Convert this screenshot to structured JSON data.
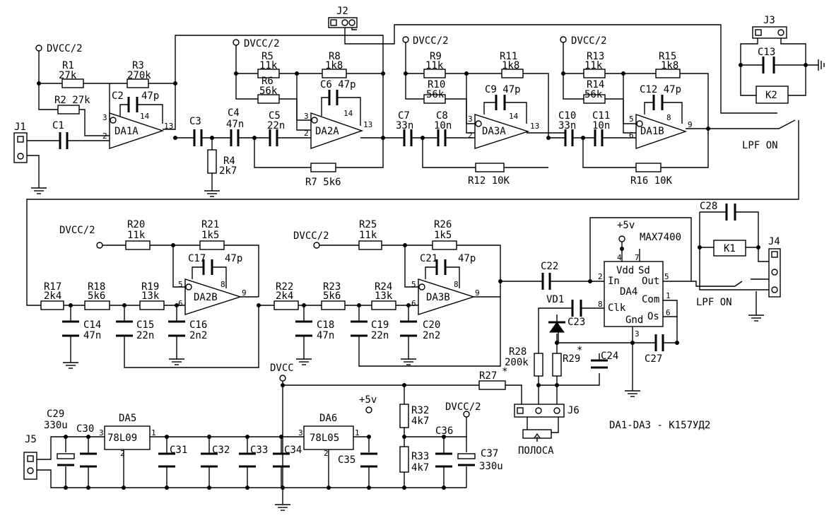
{
  "connectors": {
    "j1": "J1",
    "j2": "J2",
    "j3": "J3",
    "j4": "J4",
    "j5": "J5",
    "j6": "J6"
  },
  "supply": {
    "half": "DVCC/2",
    "dvcc": "DVCC",
    "v5": "+5v"
  },
  "resistors": {
    "r1": "R1",
    "r1v": "27k",
    "r2": "R2 27k",
    "r3": "R3",
    "r3v": "270k",
    "r4": "R4",
    "r4v": "2k7",
    "r5": "R5",
    "r5v": "11k",
    "r6": "R6",
    "r6v": "56k",
    "r7": "R7 5k6",
    "r8": "R8",
    "r8v": "1k8",
    "r9": "R9",
    "r9v": "11k",
    "r10": "R10",
    "r10v": "56k",
    "r11": "R11",
    "r11v": "1k8",
    "r12": "R12 10K",
    "r13": "R13",
    "r13v": "11k",
    "r14": "R14",
    "r14v": "56k",
    "r15": "R15",
    "r15v": "1k8",
    "r16": "R16 10K",
    "r17": "R17",
    "r17v": "2k4",
    "r18": "R18",
    "r18v": "5k6",
    "r19": "R19",
    "r19v": "13k",
    "r20": "R20",
    "r20v": "11k",
    "r21": "R21",
    "r21v": "1k5",
    "r22": "R22",
    "r22v": "2k4",
    "r23": "R23",
    "r23v": "5k6",
    "r24": "R24",
    "r24v": "13k",
    "r25": "R25",
    "r25v": "11k",
    "r26": "R26",
    "r26v": "1k5",
    "r27": "R27",
    "r28": "R28",
    "r28v": "200k",
    "r29": "R29",
    "star": "*",
    "r32": "R32",
    "r32v": "4k7",
    "r33": "R33",
    "r33v": "4k7"
  },
  "capacitors": {
    "c1": "C1",
    "c2": "C2",
    "c2v": "47p",
    "c3": "C3",
    "c4": "C4",
    "c4v": "47n",
    "c5": "C5",
    "c5v": "22n",
    "c6": "C6 47p",
    "c7": "C7",
    "c7v": "33n",
    "c8": "C8",
    "c8v": "10n",
    "c9": "C9 47p",
    "c10": "C10",
    "c10v": "33n",
    "c11": "C11",
    "c11v": "10n",
    "c12": "C12 47p",
    "c13": "C13",
    "c14": "C14",
    "c14v": "47n",
    "c15": "C15",
    "c15v": "22n",
    "c16": "C16",
    "c16v": "2n2",
    "c17": "C17",
    "c17v": "47p",
    "c18": "C18",
    "c18v": "47n",
    "c19": "C19",
    "c19v": "22n",
    "c20": "C20",
    "c20v": "2n2",
    "c21": "C21",
    "c21v": "47p",
    "c22": "C22",
    "c23": "C23",
    "c24": "C24",
    "c27": "C27",
    "c28": "C28",
    "c29": "C29",
    "c29v": "330u",
    "c30": "C30",
    "c31": "C31",
    "c32": "C32",
    "c33": "C33",
    "c34": "C34",
    "c35": "C35",
    "c36": "C36",
    "c37": "C37",
    "c37v": "330u"
  },
  "opamps": {
    "da1a": "DA1A",
    "da2a": "DA2A",
    "da3a": "DA3A",
    "da1b": "DA1B",
    "da2b": "DA2B",
    "da3b": "DA3B"
  },
  "pins": {
    "p1": "1",
    "p2": "2",
    "p3": "3",
    "p4": "4",
    "p5": "5",
    "p6": "6",
    "p7": "7",
    "p8": "8",
    "p9": "9",
    "p13": "13",
    "p14": "14"
  },
  "ic": {
    "da4": "DA4",
    "max": "MAX7400",
    "vdd": "Vdd",
    "sd": "Sd",
    "in": "In",
    "out": "Out",
    "clk": "Clk",
    "com": "Com",
    "os": "Os",
    "gnd": "Gnd",
    "da5": "DA5",
    "reg1": "78L09",
    "da6": "DA6",
    "reg2": "78L05"
  },
  "misc": {
    "vd1": "VD1",
    "k1": "K1",
    "k2": "K2",
    "lpf": "LPF ON",
    "polosa": "ПОЛОСА",
    "note": "DA1-DA3 - К157УД2"
  }
}
